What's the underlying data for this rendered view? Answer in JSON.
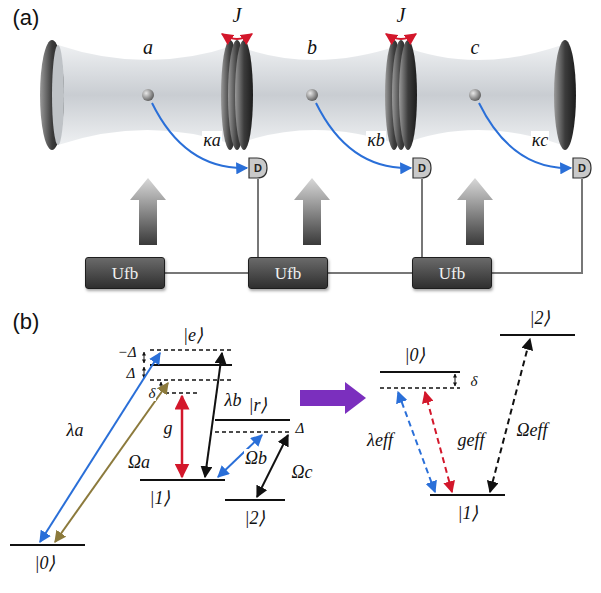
{
  "diagram": {
    "nodes": [
      {
        "text": [
          "D"
        ]
      },
      {
        "text": [
          "D"
        ]
      },
      {
        "text": [
          "D"
        ]
      },
      {
        "text": [
          "Ufb"
        ]
      },
      {
        "text": [
          "Ufb"
        ]
      },
      {
        "text": [
          "Ufb"
        ]
      }
    ],
    "edges": [
      {
        "from": 0,
        "to": 3,
        "arrow": "none"
      },
      {
        "from": 1,
        "to": 4,
        "arrow": "none"
      },
      {
        "from": 2,
        "to": 5,
        "arrow": "none"
      }
    ],
    "labels": [
      "(a)",
      "a",
      "b",
      "c",
      "J",
      "J",
      "κa",
      "κb",
      "κc",
      "(b)",
      "|e⟩",
      "−Δ",
      "Δ",
      "δ",
      "λa",
      "Ωa",
      "g",
      "λb",
      "|1⟩",
      "|0⟩",
      "Ωb",
      "|r⟩",
      "Δ",
      "Ωc",
      "|2⟩",
      "|0⟩",
      "δ",
      "λeff",
      "geff",
      "Ωeff",
      "|1⟩",
      "|2⟩"
    ]
  }
}
